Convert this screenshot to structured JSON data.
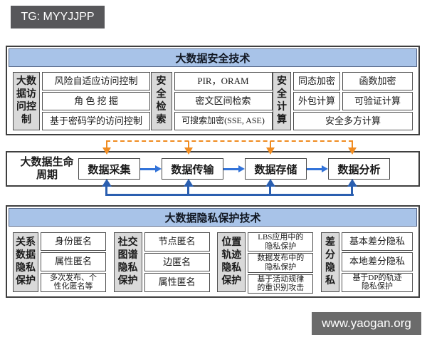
{
  "watermarks": {
    "top_left": "TG: MYYJJPP",
    "bottom_right": "www.yaogan.org"
  },
  "security_panel": {
    "title": "大数据安全技术",
    "groups": [
      {
        "label": "大数据访问控制",
        "items": [
          "风险自适应访问控制",
          "角 色 挖 掘",
          "基于密码学的访问控制"
        ]
      },
      {
        "label": "安全检索",
        "items": [
          "PIR，ORAM",
          "密文区间检索",
          "可搜索加密(SSE, ASE)"
        ]
      },
      {
        "label": "安全计算",
        "grid": {
          "r1c1": "同态加密",
          "r1c2": "函数加密",
          "r2c1": "外包计算",
          "r2c2": "可验证计算",
          "r3": "安全多方计算"
        }
      }
    ]
  },
  "lifecycle_panel": {
    "label": "大数据生命周期",
    "stages": [
      "数据采集",
      "数据传输",
      "数据存储",
      "数据分析"
    ]
  },
  "privacy_panel": {
    "title": "大数据隐私保护技术",
    "groups": [
      {
        "label": "关系数据隐私保护",
        "items": [
          "身份匿名",
          "属性匿名",
          "多次发布、个性化匿名等"
        ]
      },
      {
        "label": "社交图谱隐私保护",
        "items": [
          "节点匿名",
          "边匿名",
          "属性匿名"
        ]
      },
      {
        "label": "位置轨迹隐私保护",
        "items": [
          "LBS应用中的隐私保护",
          "数据发布中的隐私保护",
          "基于活动规律的重识别攻击"
        ]
      },
      {
        "label": "差分隐私",
        "items": [
          "基本差分隐私",
          "本地差分隐私",
          "基于DP的轨迹隐私保护"
        ]
      }
    ]
  },
  "colors": {
    "panel_header_bg": "#a8c3e8",
    "label_box_bg": "#d9d9d9",
    "flow_arrow_blue": "#3273d9",
    "feedback_arrow_blue": "#2b5fb0",
    "dashed_arrow_orange": "#f08c21",
    "watermark_bg": "#57575a",
    "site_badge_bg": "#6b6b6b"
  }
}
